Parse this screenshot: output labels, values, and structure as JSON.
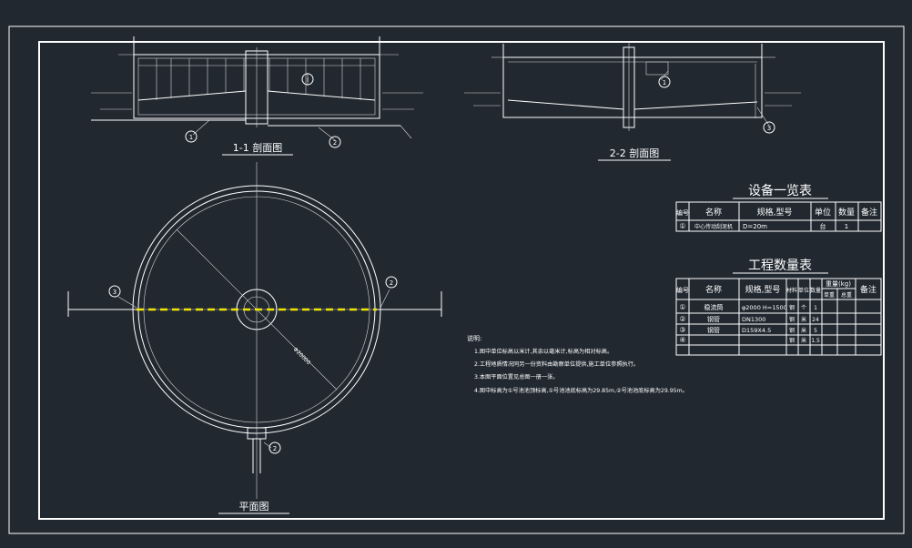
{
  "sections": {
    "section_1_title": "1-1 剖面图",
    "section_2_title": "2-2 剖面图",
    "plan_title": "平面图"
  },
  "equipment_table": {
    "title": "设备一览表",
    "headers": [
      "编号",
      "名称",
      "规格,型号",
      "单位",
      "数量",
      "备注"
    ],
    "rows": [
      [
        "①",
        "中心传动刮泥机",
        "D=20m",
        "台",
        "1",
        ""
      ]
    ]
  },
  "quantity_table": {
    "title": "工程数量表",
    "headers": [
      "编号",
      "名称",
      "规格,型号",
      "材料",
      "单位",
      "数量",
      "重量(kg)",
      "备注"
    ],
    "weight_sub": [
      "单重",
      "总重"
    ],
    "rows": [
      [
        "①",
        "稳流筒",
        "φ2000 H=1500",
        "钢",
        "个",
        "1"
      ],
      [
        "②",
        "钢管",
        "DN1300",
        "钢",
        "米",
        "24"
      ],
      [
        "③",
        "钢管",
        "D159X4.5",
        "钢",
        "米",
        "5"
      ],
      [
        "④",
        "",
        "",
        "钢",
        "米",
        "1.5"
      ]
    ]
  },
  "notes": {
    "heading": "说明:",
    "items": [
      "1.图中单位标高以米计,其余以毫米计,标高为相对标高。",
      "2.工程地质情况同另一份资料由勘察单位提供,施工单位参照执行。",
      "3.本图平面位置见总图一册一张。",
      "4.图中标高为①号池池顶标高,①号池池底标高为29.85m,②号池池底标高为29.95m。"
    ]
  },
  "labels": {
    "marker_1": "1",
    "marker_2": "2",
    "marker_3": "3",
    "marker_i": "I",
    "diameter": "Φ20000"
  },
  "colors": {
    "background": "#212830",
    "line": "#ffffff",
    "highlight": "#f2e600"
  }
}
